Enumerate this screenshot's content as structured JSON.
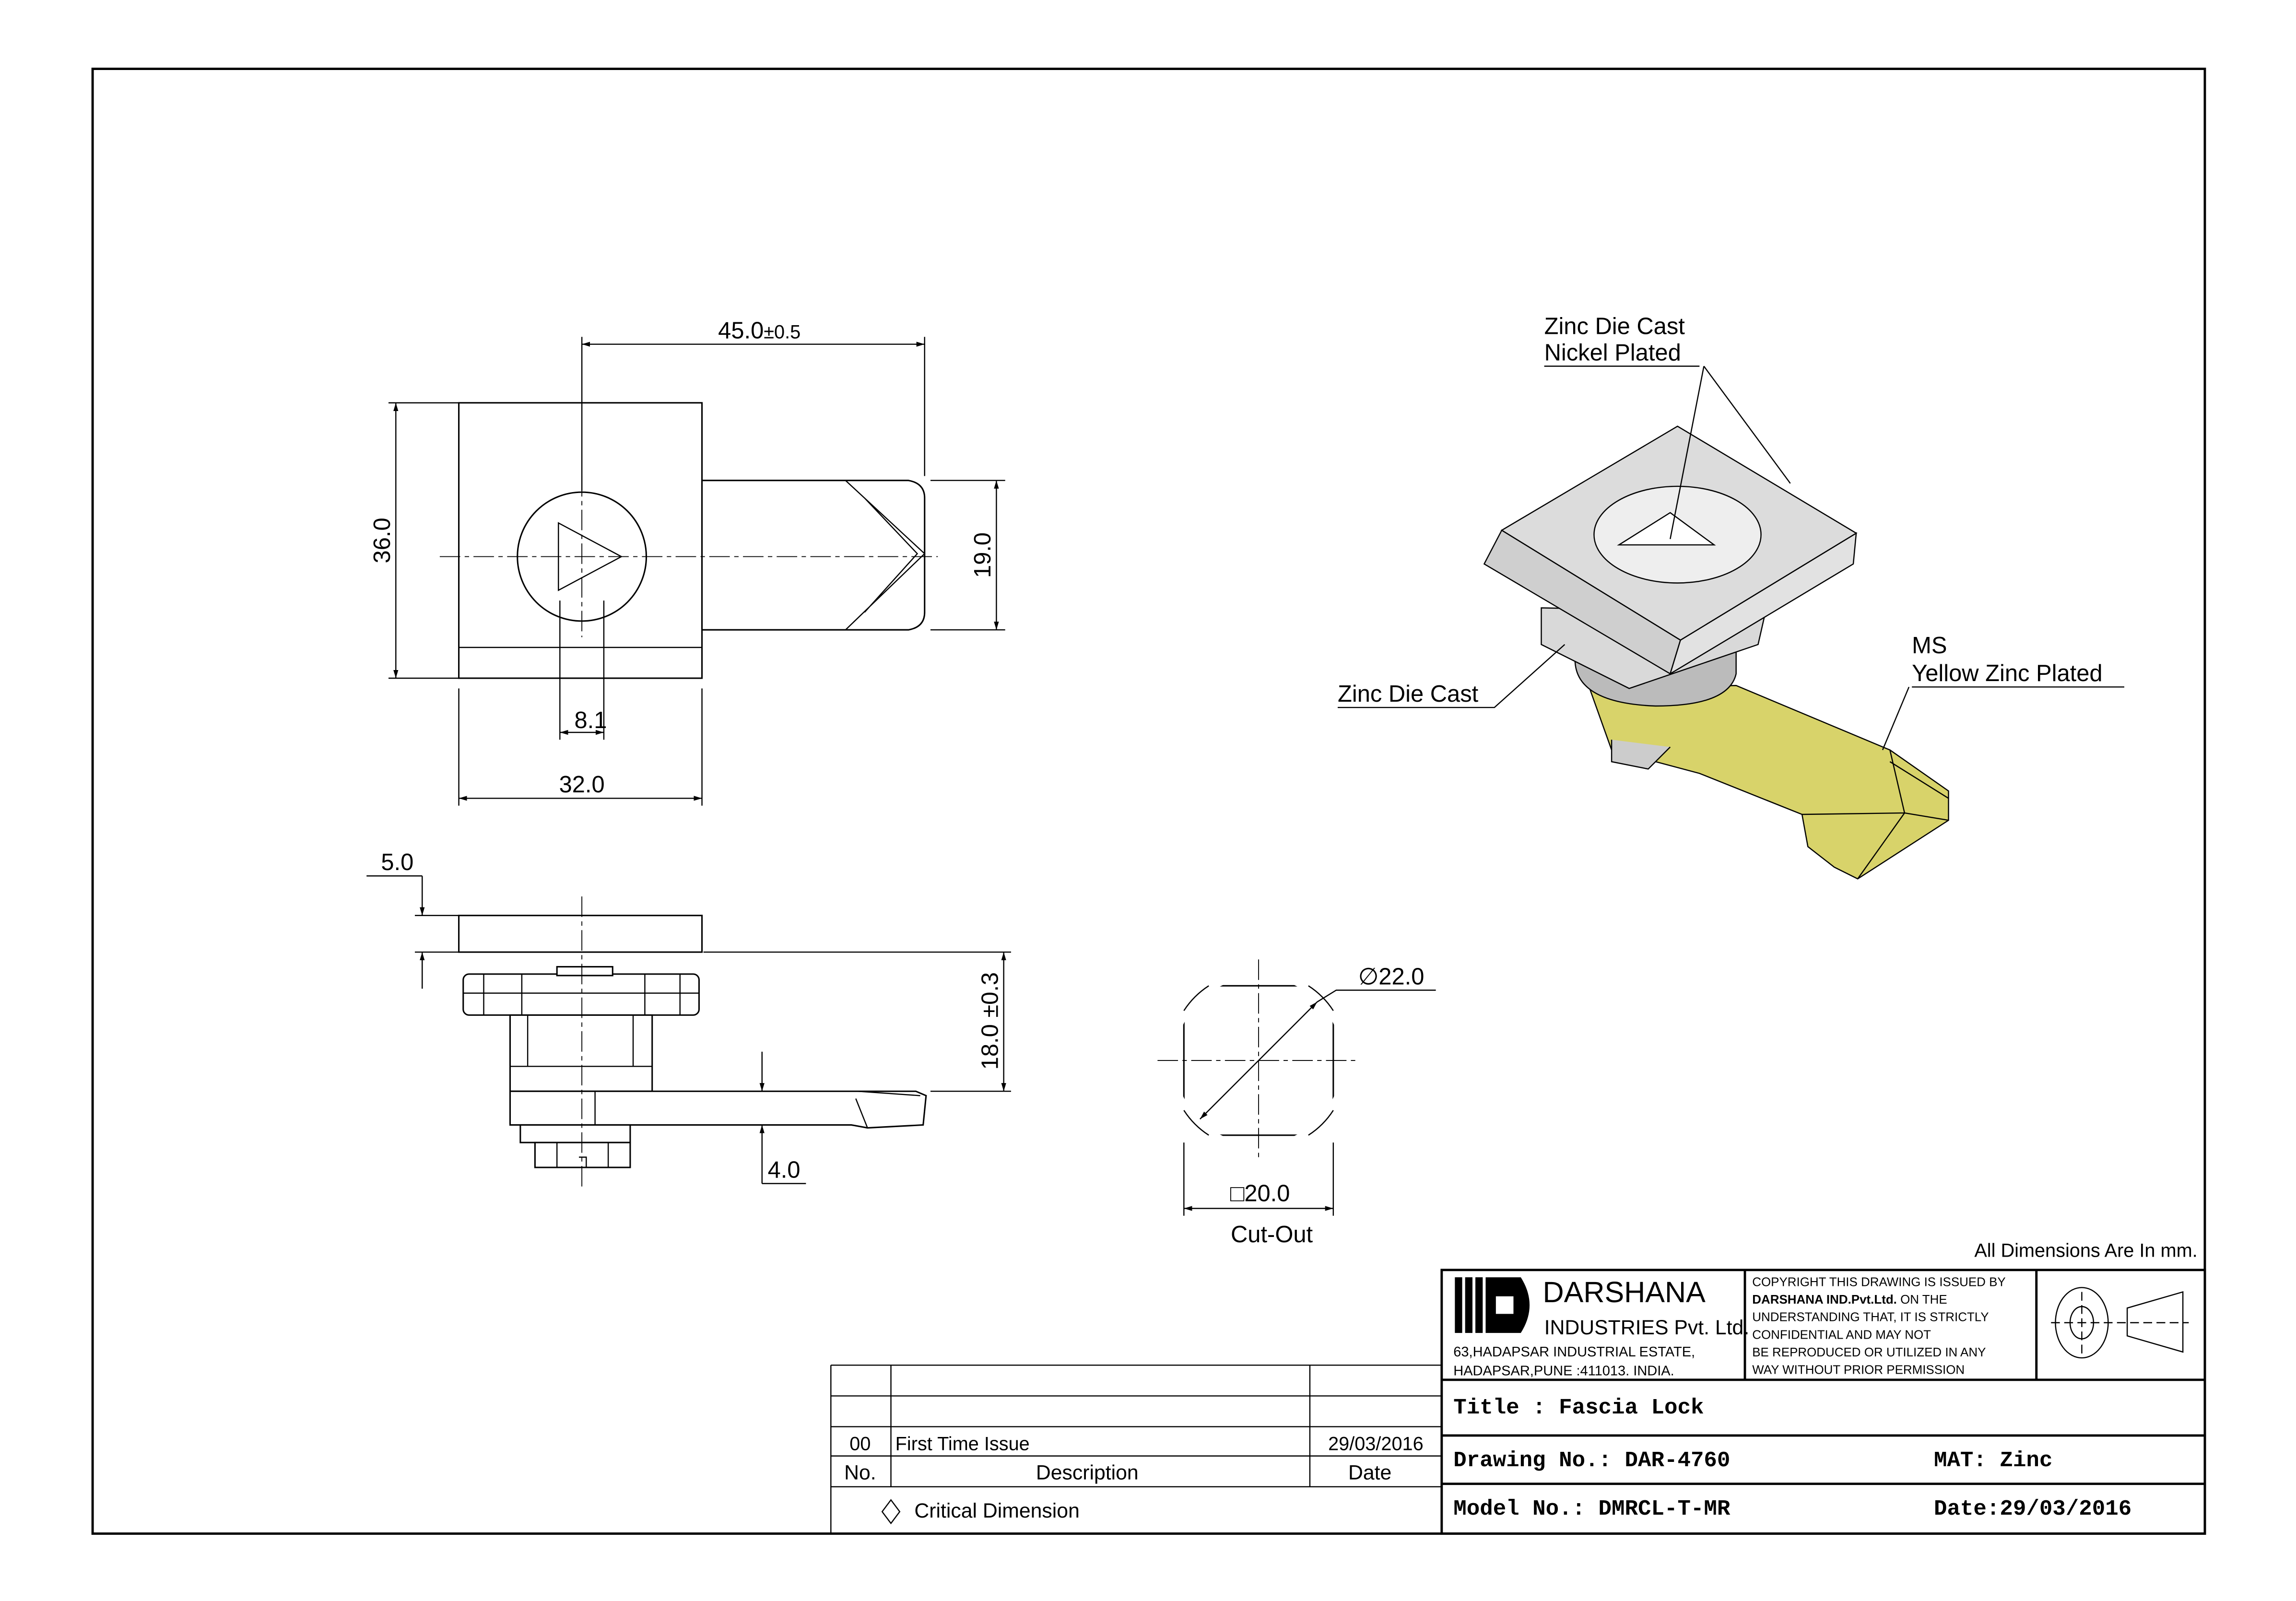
{
  "views": {
    "top": {
      "dim_length": "45.0",
      "dim_length_tol": "±0.5",
      "dim_height": "36.0",
      "dim_cam_width": "19.0",
      "dim_offset": "8.1",
      "dim_width": "32.0"
    },
    "side": {
      "dim_plate": "5.0",
      "dim_depth": "18.0 ±0.3",
      "dim_cam_thickness": "4.0"
    },
    "cutout": {
      "dim_diameter": "∅22.0",
      "dim_square": "□20.0",
      "label": "Cut-Out"
    },
    "iso": {
      "callout_top_line1": "Zinc Die Cast",
      "callout_top_line2": "Nickel Plated",
      "callout_body": "Zinc Die Cast",
      "callout_cam_line1": "MS",
      "callout_cam_line2": "Yellow Zinc Plated",
      "cam_color": "#d8d36a"
    }
  },
  "units_note": "All Dimensions Are In mm.",
  "company": {
    "name": "DARSHANA",
    "subname": "INDUSTRIES Pvt. Ltd.",
    "address_line1": "63,HADAPSAR INDUSTRIAL ESTATE,",
    "address_line2": "HADAPSAR,PUNE :411013. INDIA.",
    "copyright": [
      "COPYRIGHT THIS DRAWING IS ISSUED BY",
      "DARSHANA IND.Pvt.Ltd.",
      "ON THE",
      "UNDERSTANDING THAT, IT IS STRICTLY",
      "CONFIDENTIAL AND MAY NOT",
      "BE REPRODUCED OR UTILIZED IN ANY",
      "WAY WITHOUT PRIOR PERMISSION"
    ]
  },
  "title_block": {
    "title": "Title : Fascia Lock",
    "drawing_no": "Drawing No.: DAR-4760",
    "material": "MAT: Zinc",
    "model_no": "Model No.: DMRCL-T-MR",
    "date": "Date:29/03/2016"
  },
  "revisions": {
    "headers": {
      "no": "No.",
      "description": "Description",
      "date": "Date"
    },
    "rows": [
      {
        "no": "00",
        "description": "First Time Issue",
        "date": "29/03/2016"
      }
    ],
    "critical_note": "Critical Dimension"
  }
}
